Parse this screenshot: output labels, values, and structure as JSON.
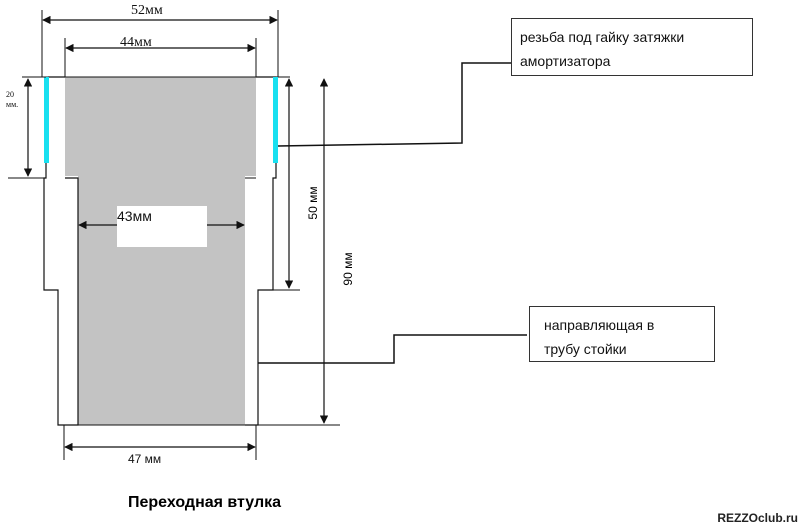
{
  "dimensions": {
    "d52": "52мм",
    "d44": "44мм",
    "d43": "43мм",
    "d47": "47 мм",
    "thread_len_line1": "20",
    "thread_len_line2": "мм.",
    "h50": "50 мм",
    "h90": "90  мм"
  },
  "callouts": {
    "thread_line1": "резьба под гайку затяжки",
    "thread_line2": "амортизатора",
    "guide_line1": "направляющая в",
    "guide_line2": "трубу стойки"
  },
  "title": "Переходная втулка",
  "watermark": "REZZOclub.ru",
  "colors": {
    "body_fill": "#c3c3c3",
    "thread_marker": "#18e0f0",
    "line": "#111111"
  }
}
